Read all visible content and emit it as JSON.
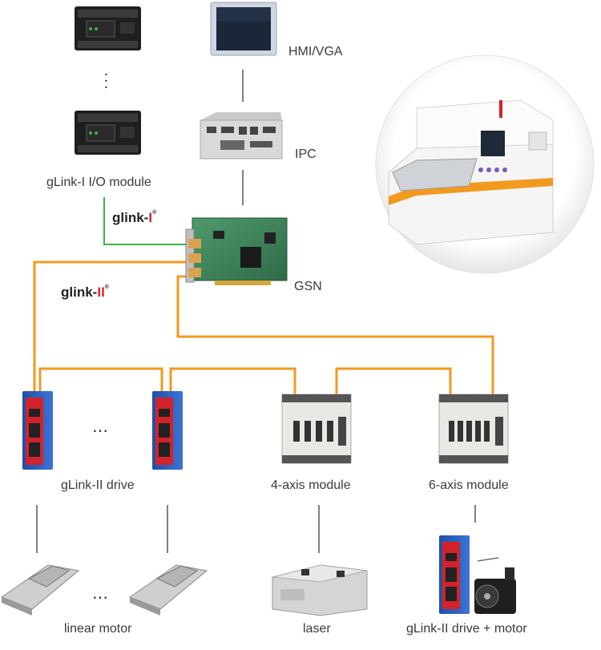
{
  "labels": {
    "io_module": "gLink-I I/O module",
    "hmi": "HMI/VGA",
    "ipc": "IPC",
    "gsn": "GSN",
    "drive": "gLink-II drive",
    "axis4": "4-axis module",
    "axis6": "6-axis module",
    "linear_motor": "linear motor",
    "laser": "laser",
    "drive_motor": "gLink-II drive + motor"
  },
  "brands": {
    "glink1_prefix": "glink-",
    "glink1_suffix": "I",
    "glink2_prefix": "glink-",
    "glink2_suffix": "II",
    "registered": "®"
  },
  "ellipsis": "…",
  "colors": {
    "glink1_line": "#3cb54a",
    "glink2_line": "#f29a1e",
    "gray_line": "#555555",
    "brand_red": "#d2232a"
  }
}
